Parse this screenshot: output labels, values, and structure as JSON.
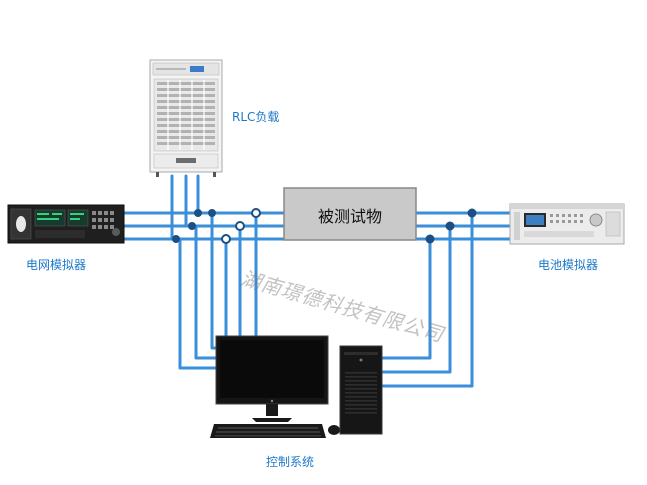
{
  "labels": {
    "rlc_load": "RLC负载",
    "grid_simulator": "电网模拟器",
    "dut": "被测试物",
    "battery_simulator": "电池模拟器",
    "control_system": "控制系统"
  },
  "watermark": "湖南璟德科技有限公司",
  "colors": {
    "line": "#3a8fd8",
    "node": "#1c4f86",
    "label": "#1e78c8",
    "dut_fill": "#c9c9c9",
    "dut_border": "#888888"
  },
  "icons": {
    "rlc_load": "rack-cabinet-icon",
    "grid_simulator": "rack-instrument-icon",
    "battery_simulator": "rack-instrument-icon",
    "monitor": "monitor-icon",
    "tower": "pc-tower-icon",
    "keyboard": "keyboard-icon",
    "mouse": "mouse-icon"
  }
}
